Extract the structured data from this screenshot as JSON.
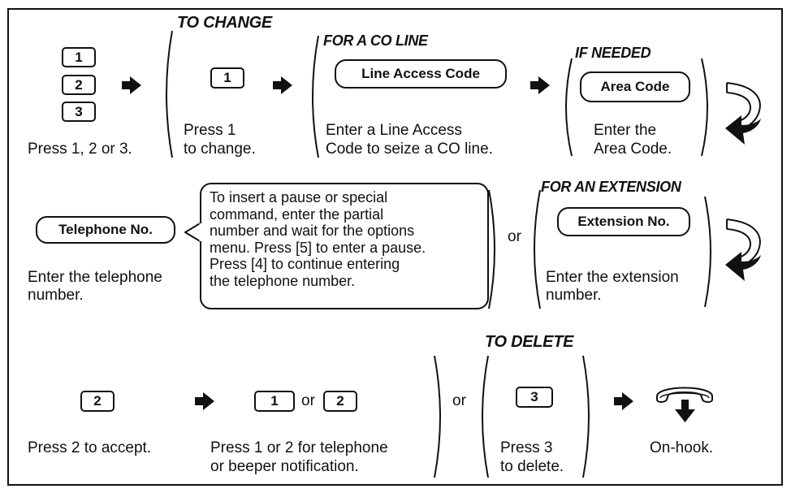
{
  "row1": {
    "keys": [
      "1",
      "2",
      "3"
    ],
    "press_label": "Press 1, 2 or 3.",
    "to_change": {
      "header": "TO CHANGE",
      "key": "1",
      "caption": [
        "Press 1",
        "to change."
      ]
    },
    "co_line": {
      "header": "FOR A CO LINE",
      "button": "Line Access Code",
      "caption": [
        "Enter a Line Access",
        "Code to seize a CO line."
      ]
    },
    "if_needed": {
      "header": "IF NEEDED",
      "button": "Area Code",
      "caption": [
        "Enter the",
        "Area Code."
      ]
    }
  },
  "row2": {
    "telephone": {
      "button": "Telephone No.",
      "caption": [
        "Enter the telephone",
        "number."
      ]
    },
    "callout": [
      "To insert a pause or special",
      "command, enter the partial",
      "number and wait for the options",
      "menu. Press [5] to enter a pause.",
      "Press [4] to continue entering",
      "the telephone number."
    ],
    "or": "or",
    "extension": {
      "header": "FOR AN EXTENSION",
      "button": "Extension No.",
      "caption": [
        "Enter the extension",
        "number."
      ]
    }
  },
  "row3": {
    "accept": {
      "key": "2",
      "caption": "Press 2 to accept."
    },
    "notify": {
      "key1": "1",
      "or": "or",
      "key2": "2",
      "caption": [
        "Press 1 or 2 for telephone",
        "or beeper notification."
      ]
    },
    "or": "or",
    "delete": {
      "header": "TO DELETE",
      "key": "3",
      "caption": [
        "Press 3",
        "to delete."
      ]
    },
    "onhook": {
      "caption": "On-hook."
    }
  },
  "icons": [
    "right-arrow-icon",
    "continue-loop-arrow-icon",
    "handset-on-hook-icon"
  ]
}
